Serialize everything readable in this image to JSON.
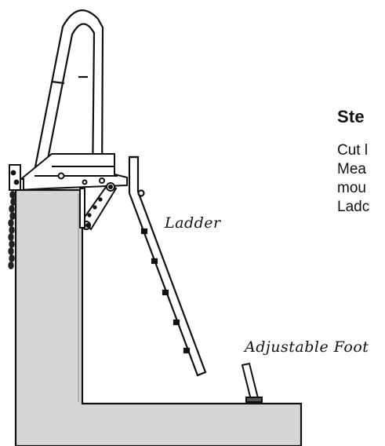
{
  "labels": {
    "ladder": "Ladder",
    "adjustable_foot": "Adjustable Foot"
  },
  "step": {
    "title": "Ste",
    "lines": [
      "Cut l",
      "Mea",
      "mou",
      "Ladc"
    ]
  },
  "colors": {
    "wall_fill": "#d6d6d6",
    "stroke": "#111111",
    "chain": "#222222"
  }
}
